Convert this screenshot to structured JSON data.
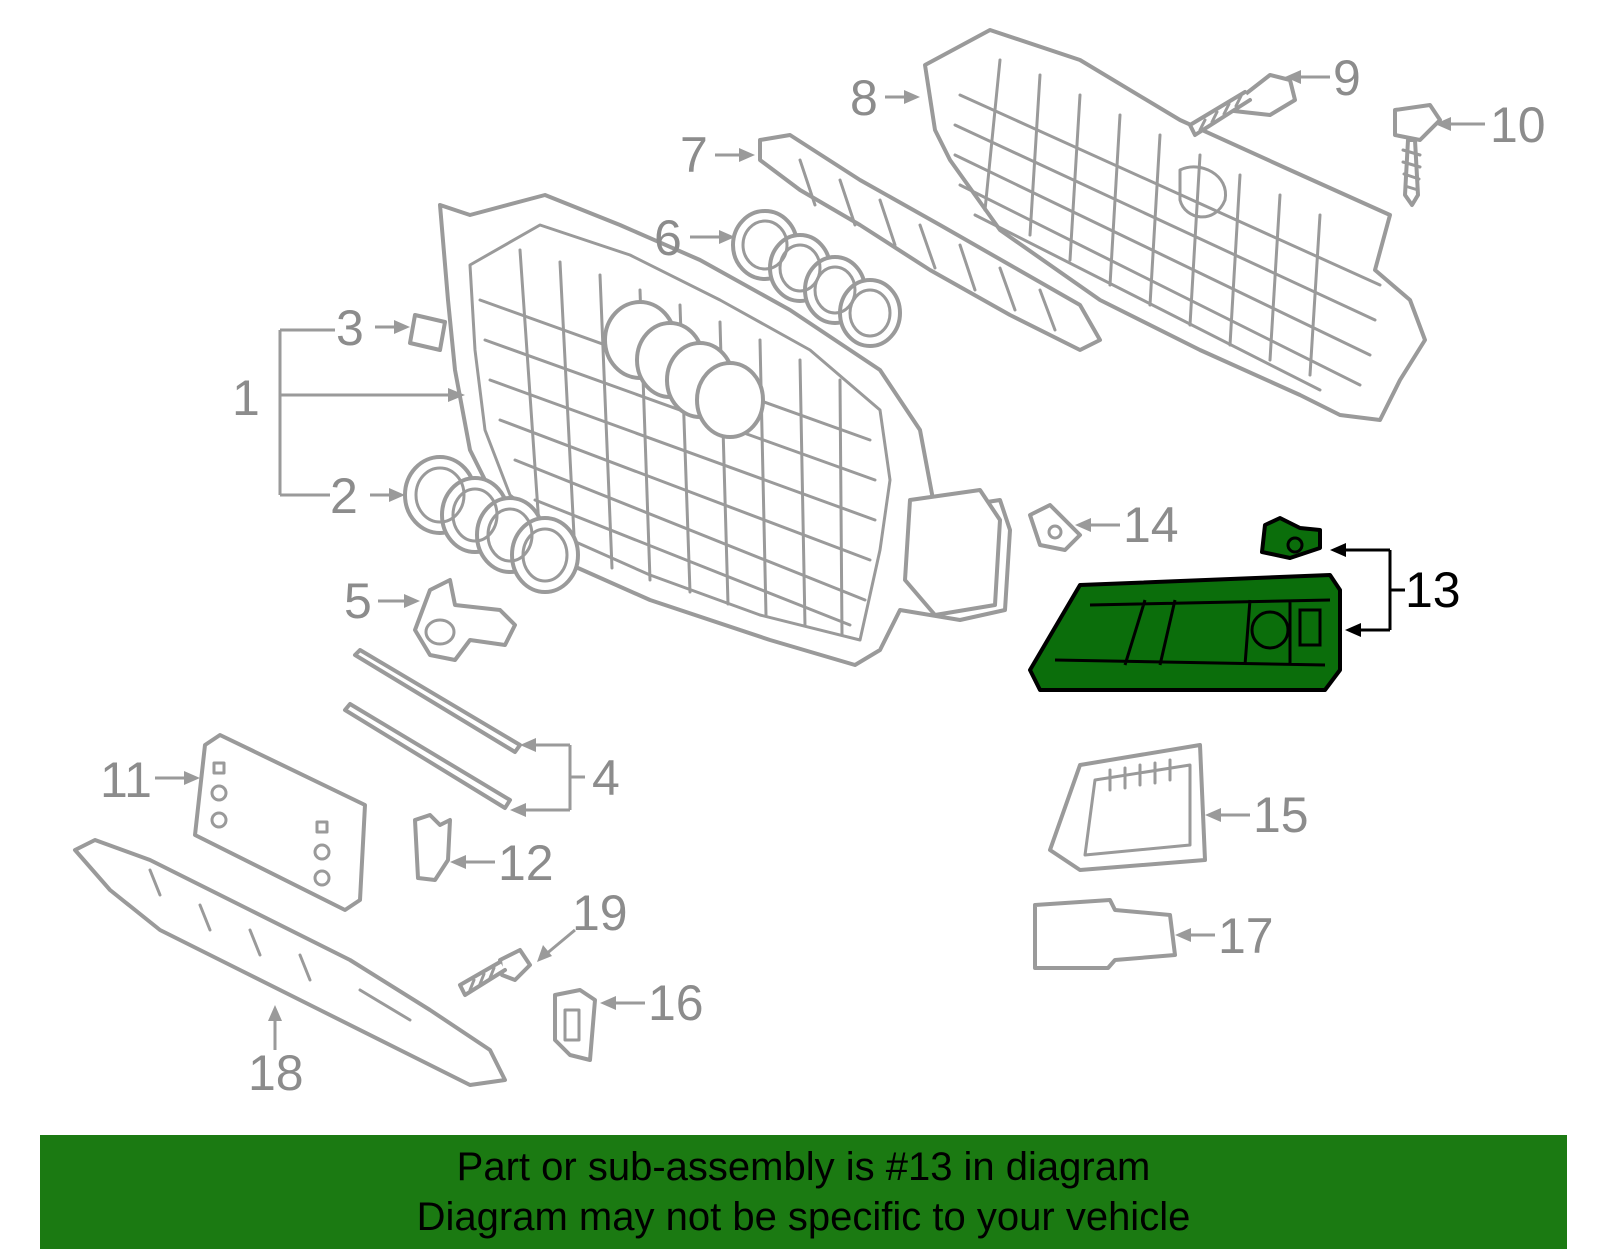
{
  "callouts": {
    "c1": "1",
    "c2": "2",
    "c3": "3",
    "c4": "4",
    "c5": "5",
    "c6": "6",
    "c7": "7",
    "c8": "8",
    "c9": "9",
    "c10": "10",
    "c11": "11",
    "c12": "12",
    "c13": "13",
    "c14": "14",
    "c15": "15",
    "c16": "16",
    "c17": "17",
    "c18": "18",
    "c19": "19"
  },
  "highlighted_part": "13",
  "colors": {
    "highlight_fill": "#0b6e0b",
    "banner_background": "#1b7a12",
    "part_outline": "#9a9a9a"
  },
  "banner": {
    "line1": "Part or sub-assembly is #13 in diagram",
    "line2": "Diagram may not be specific to your vehicle"
  }
}
